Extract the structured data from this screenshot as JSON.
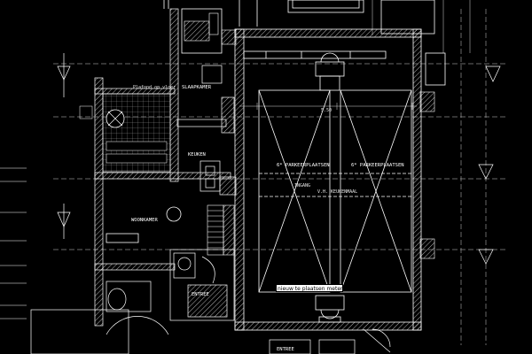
{
  "rooms": {
    "slaapkamer": "SLAAPKAMER",
    "keuken": "KEUKEN",
    "woonkamer": "WOONKAMER",
    "entree": "ENTREE",
    "entree_bottom": "ENTREE"
  },
  "labels": {
    "parking_left": "6* PARKEERPLAATSEN",
    "parking_right": "6* PARKEERPLAATSEN",
    "dim_top": "5.50",
    "ingang": "INGANG",
    "hoogte": "V.H. KEUKENMAAL",
    "hatch_note": "Plafond op vloer"
  },
  "note": {
    "text": "nieuw te plaatsen meterkast"
  },
  "colors": {
    "background": "#000000",
    "lines": "#ffffff",
    "dim_lines": "#d8d8d8",
    "note_fill": "#ffffff"
  }
}
